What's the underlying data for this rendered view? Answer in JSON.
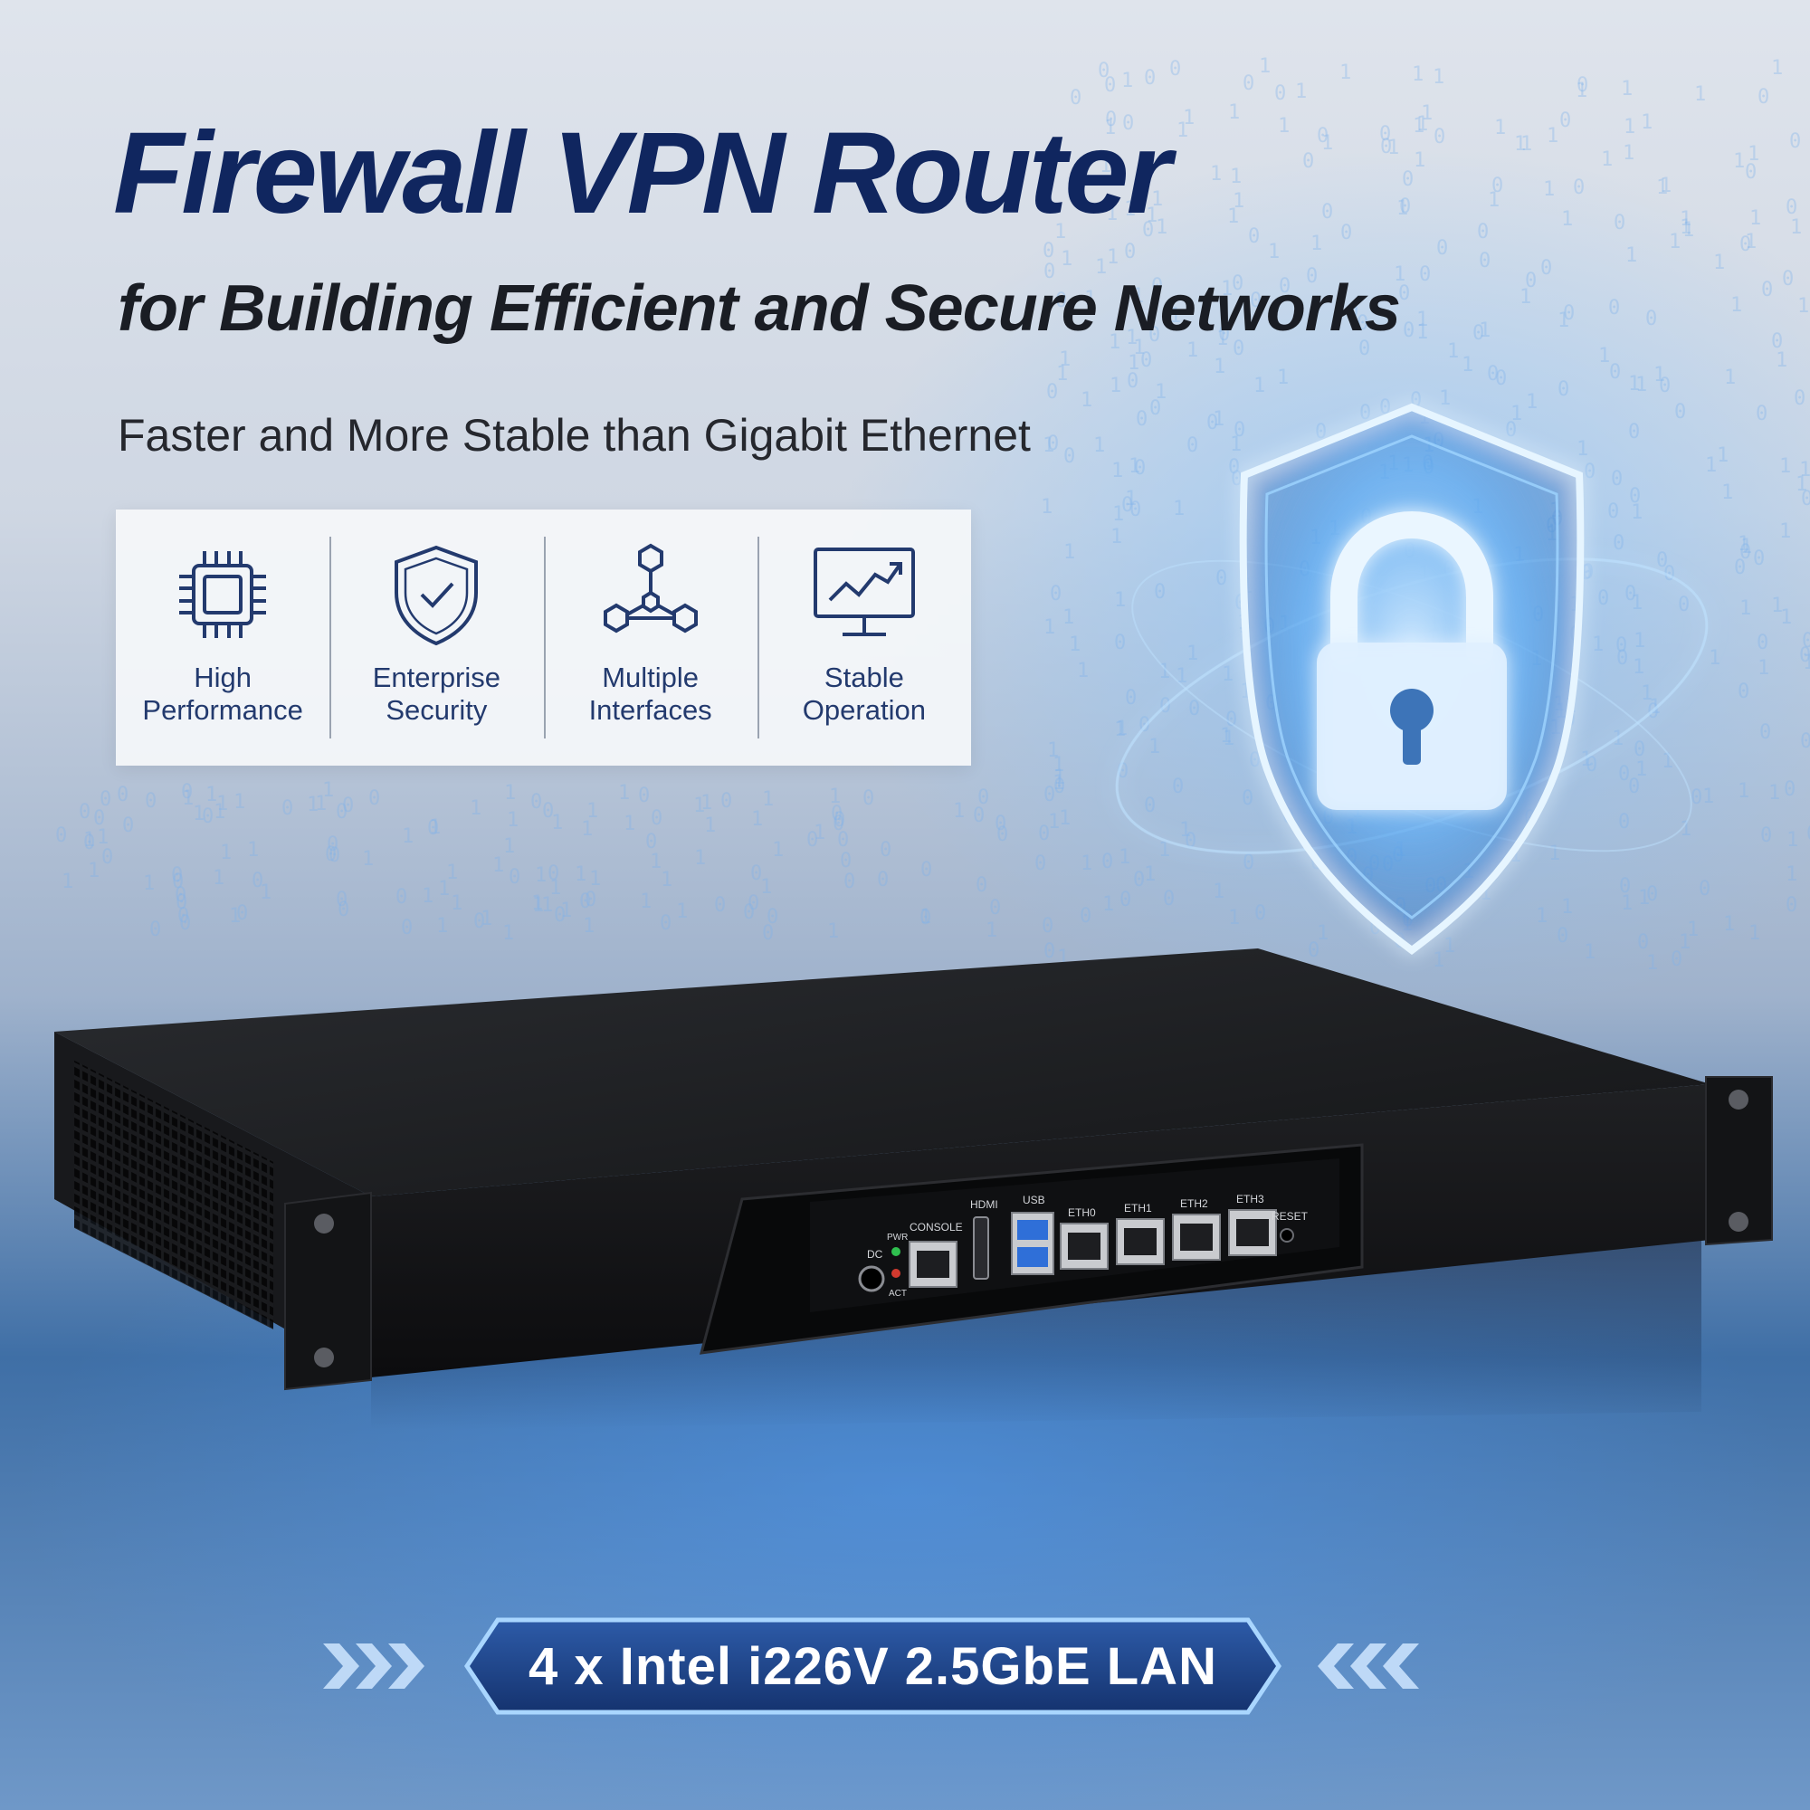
{
  "headline": "Firewall VPN Router",
  "subheadline": "for Building Efficient and Secure Networks",
  "tagline": "Faster and More Stable than Gigabit Ethernet",
  "features": [
    {
      "icon": "cpu-chip-icon",
      "line1": "High",
      "line2": "Performance"
    },
    {
      "icon": "shield-check-icon",
      "line1": "Enterprise",
      "line2": "Security"
    },
    {
      "icon": "network-nodes-icon",
      "line1": "Multiple",
      "line2": "Interfaces"
    },
    {
      "icon": "monitor-trend-icon",
      "line1": "Stable",
      "line2": "Operation"
    }
  ],
  "router_ports": {
    "dc": "DC",
    "pwr": "PWR",
    "act": "ACT",
    "console": "CONSOLE",
    "hdmi": "HDMI",
    "usb": "USB",
    "eth": [
      "ETH0",
      "ETH1",
      "ETH2",
      "ETH3"
    ],
    "reset": "RESET"
  },
  "badge": "4 x Intel i226V 2.5GbE LAN",
  "colors": {
    "headline": "#10265f",
    "feature_text": "#233a6e",
    "glow": "#9fd4ff"
  }
}
